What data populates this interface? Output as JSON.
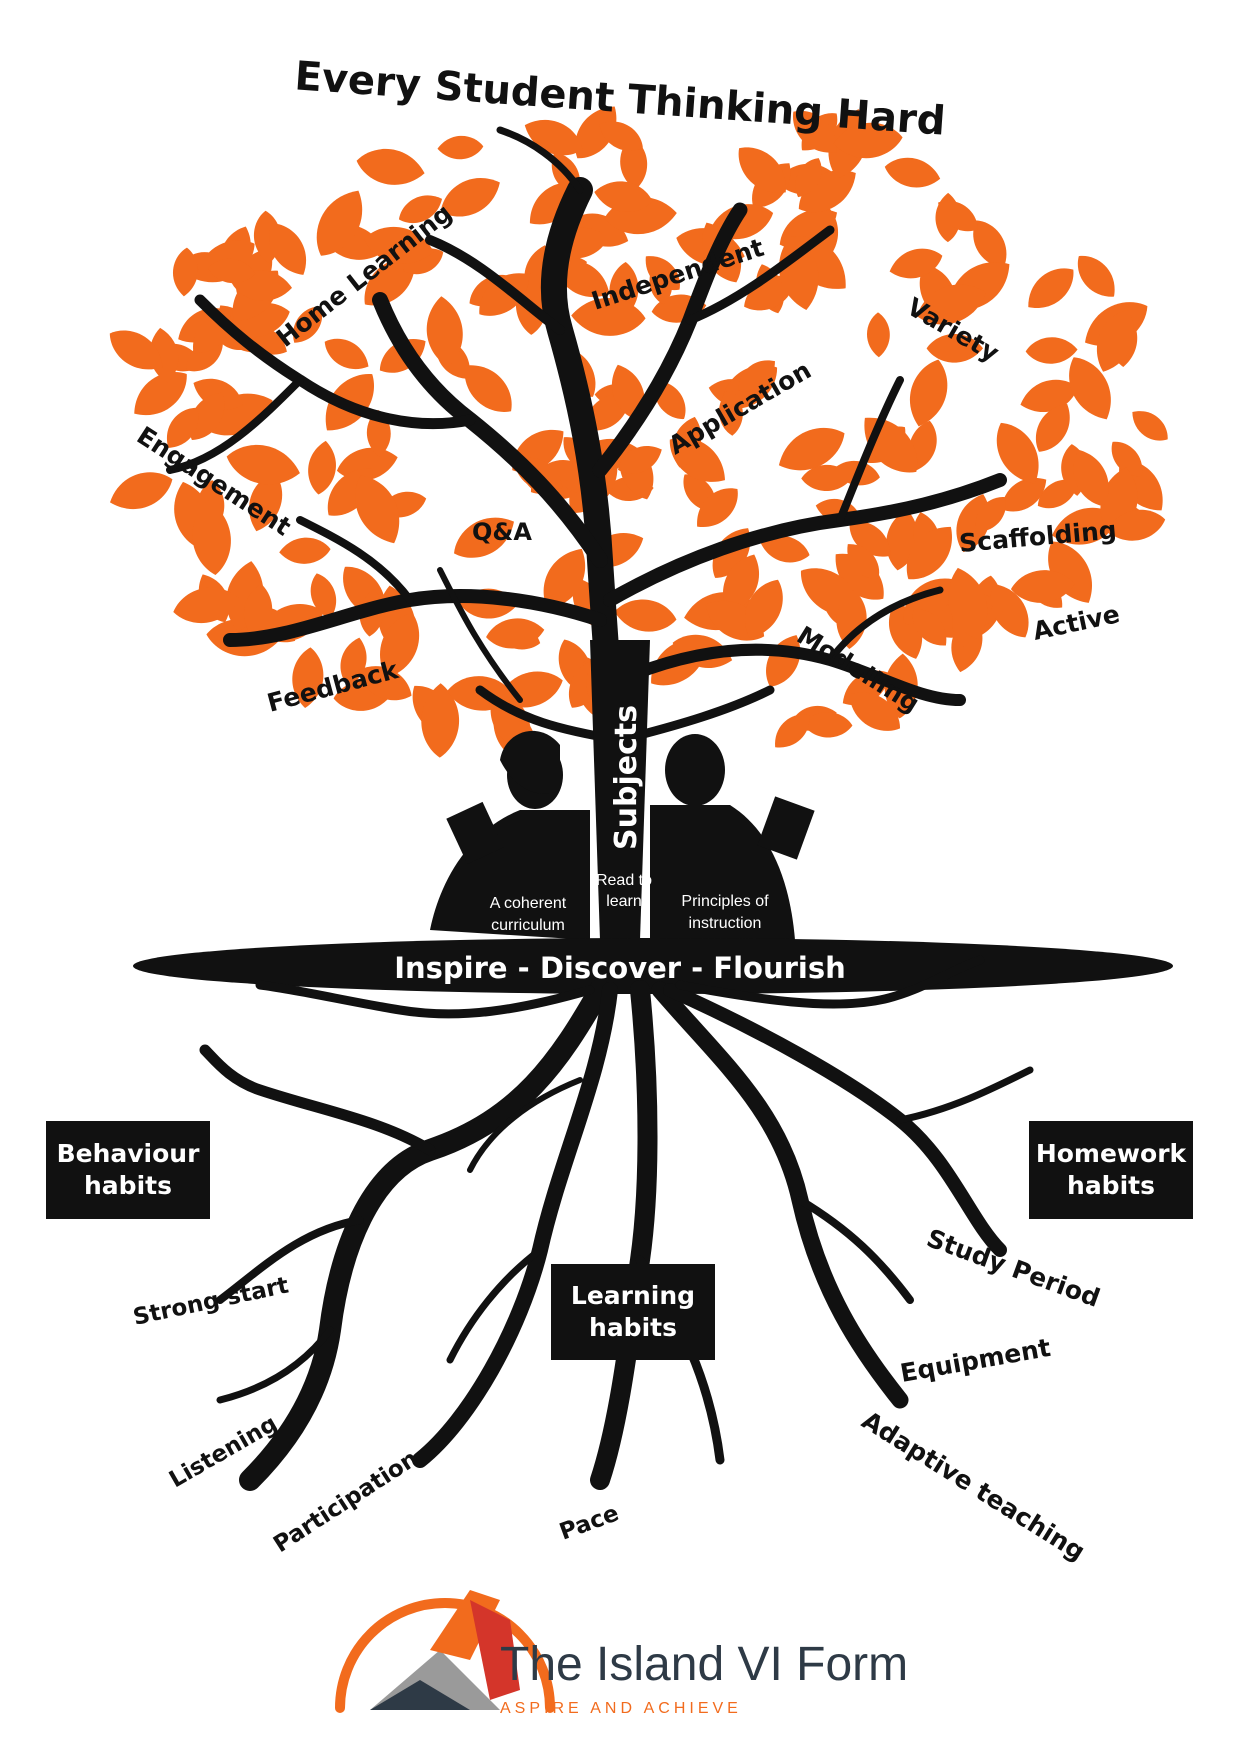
{
  "title": "Every Student Thinking Hard",
  "canopy_labels": {
    "home_learning": "Home Learning",
    "independent": "Independent",
    "variety": "Variety",
    "engagement": "Engagement",
    "application": "Application",
    "qa": "Q&A",
    "scaffolding": "Scaffolding",
    "active": "Active",
    "feedback": "Feedback",
    "modelling": "Modelling"
  },
  "trunk": {
    "subjects": "Subjects",
    "read_to_learn_line1": "Read to",
    "read_to_learn_line2": "learn",
    "coherent_line1": "A coherent",
    "coherent_line2": "curriculum",
    "principles_line1": "Principles of",
    "principles_line2": "instruction"
  },
  "band": "Inspire - Discover - Flourish",
  "habit_boxes": {
    "behaviour_line1": "Behaviour",
    "behaviour_line2": "habits",
    "homework_line1": "Homework",
    "homework_line2": "habits",
    "learning_line1": "Learning",
    "learning_line2": "habits"
  },
  "root_labels": {
    "strong_start": "Strong start",
    "listening": "Listening",
    "participation": "Participation",
    "pace": "Pace",
    "study_period": "Study Period",
    "equipment": "Equipment",
    "adaptive_teaching": "Adaptive teaching"
  },
  "logo": {
    "name": "The Island VI Form",
    "tagline": "ASPIRE AND ACHIEVE"
  },
  "colors": {
    "leaf": "#F26B1D",
    "ink": "#111111",
    "brand_text": "#2E3A46",
    "brand_orange": "#F26B1D",
    "brand_red": "#D4352A",
    "brand_grey": "#9A9A9A"
  }
}
